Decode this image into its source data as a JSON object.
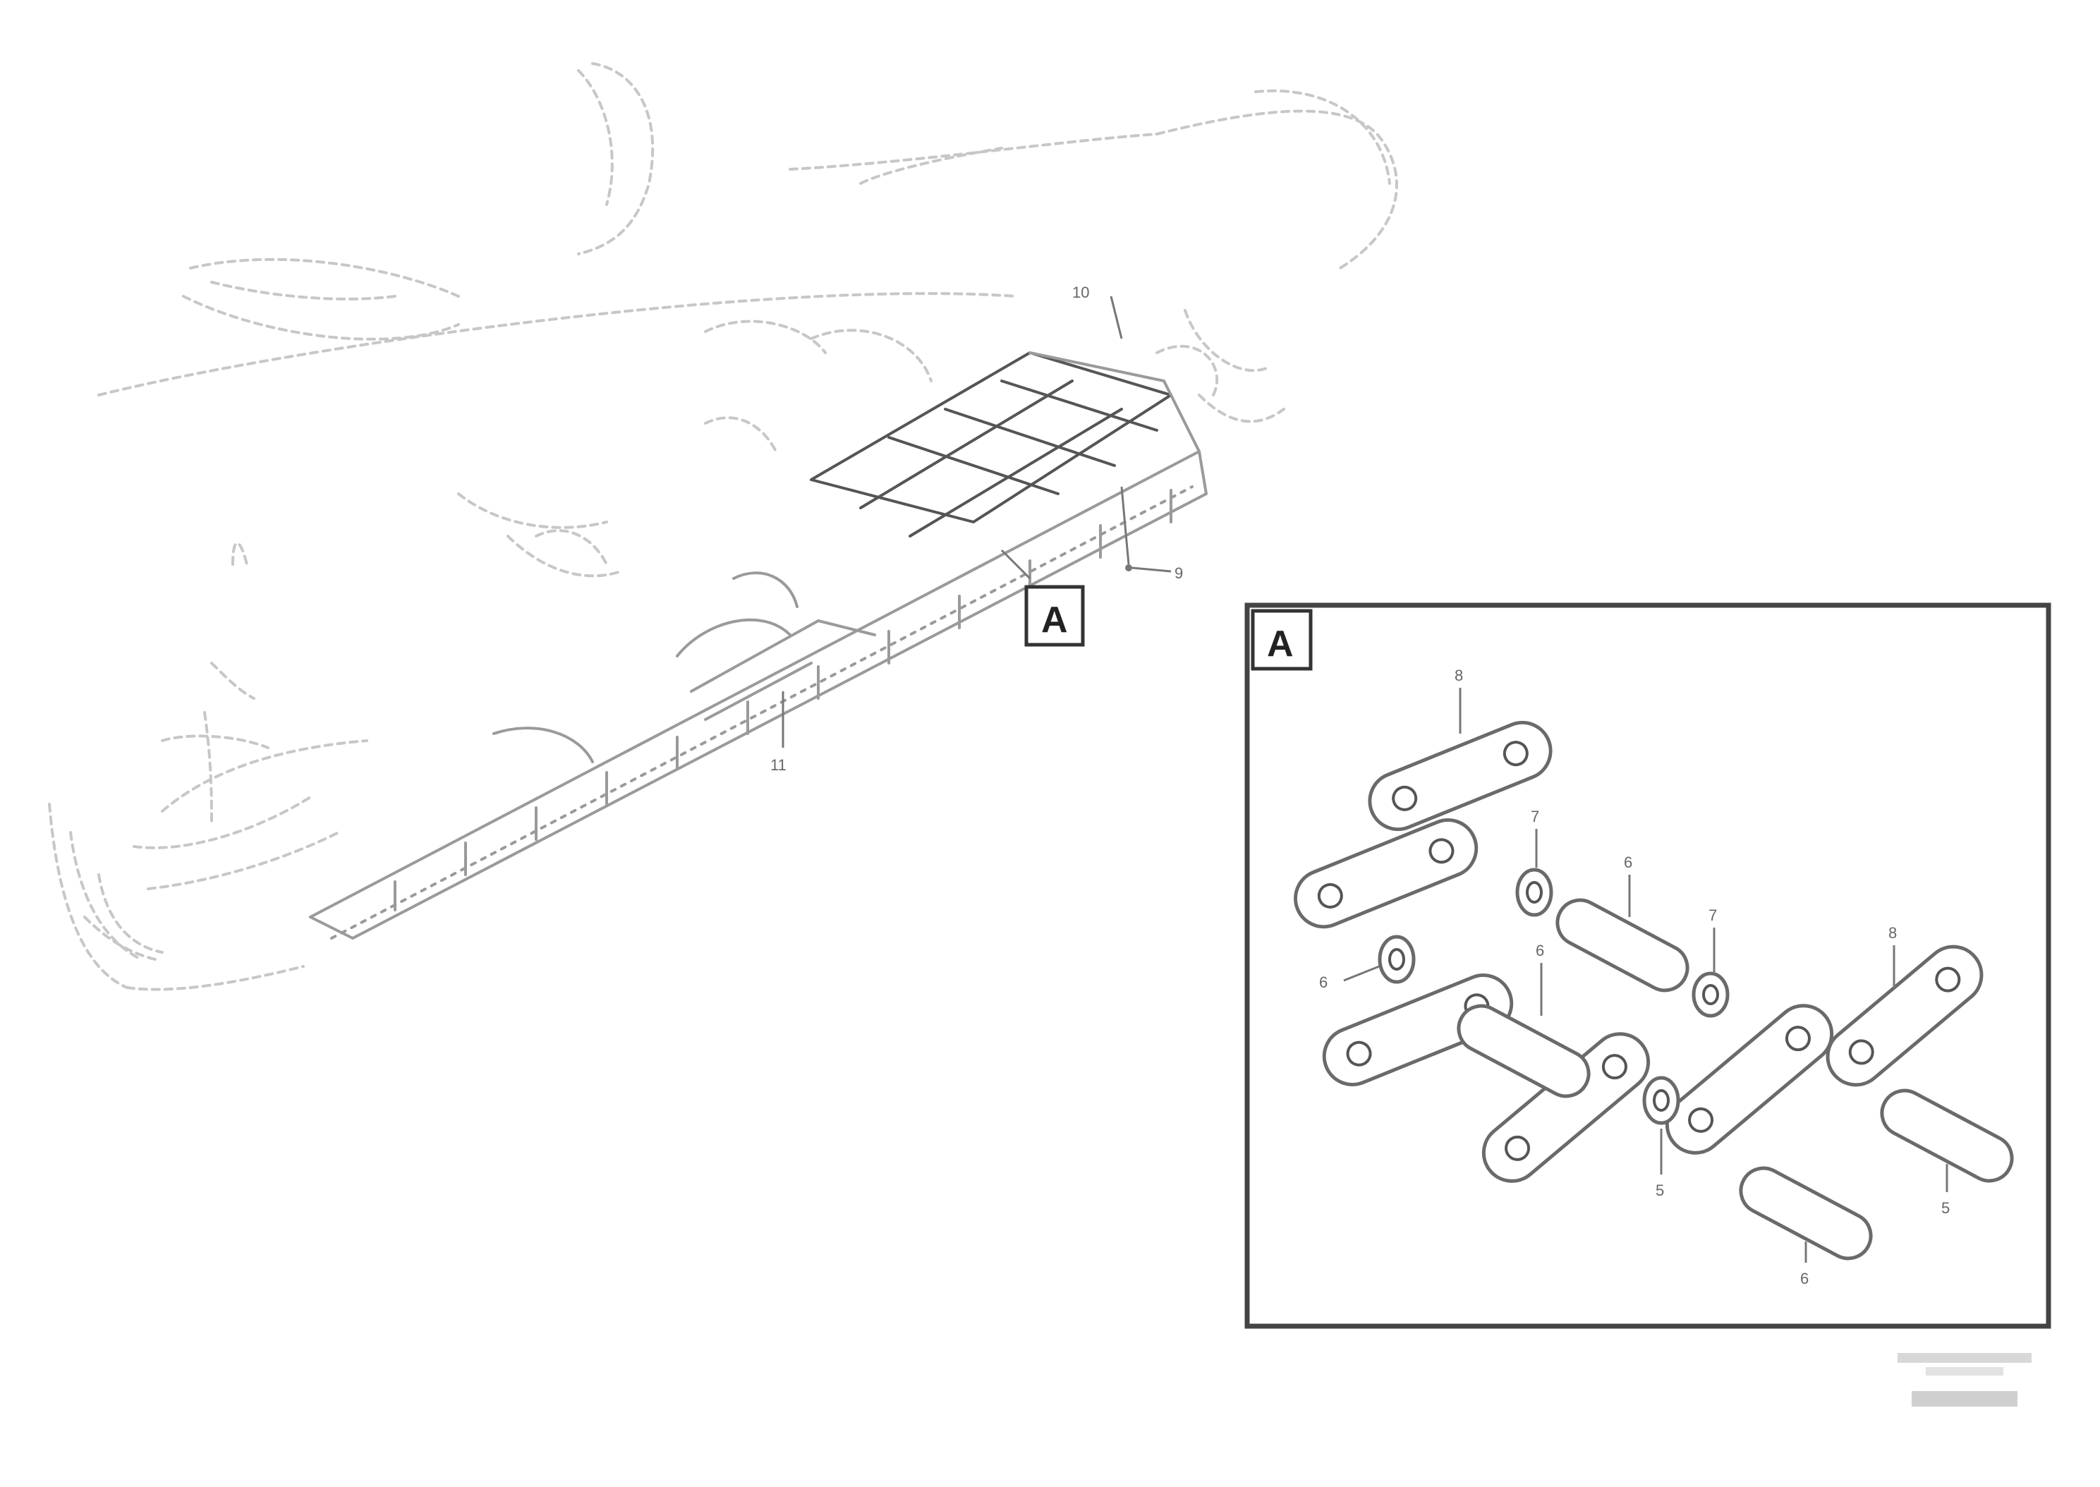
{
  "labels": {
    "view_a_main": "A",
    "view_a_inset": "A"
  },
  "callouts": {
    "main_upper": "10",
    "main_right": "9",
    "main_bottom": "11",
    "inset_top_left": "8",
    "inset_center": "7",
    "inset_pin_upper": "6",
    "inset_right_small": "7",
    "inset_left": "6",
    "inset_mid_upper": "6",
    "inset_far_right": "8",
    "inset_bottom_mid": "5",
    "inset_bottom_pin": "6",
    "inset_bottom_right": "5"
  },
  "footer": {
    "doc_code": "",
    "doc_code_2": "",
    "ref_number": ""
  }
}
